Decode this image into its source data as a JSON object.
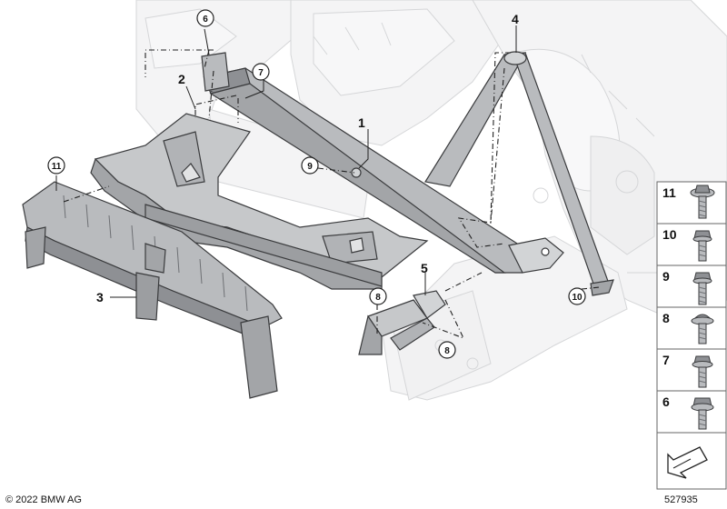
{
  "callouts": {
    "c1": "1",
    "c2": "2",
    "c3": "3",
    "c4": "4",
    "c5": "5",
    "c6": "6",
    "c7": "7",
    "c8a": "8",
    "c8b": "8",
    "c9": "9",
    "c10": "10",
    "c11": "11"
  },
  "legend": [
    "11",
    "10",
    "9",
    "8",
    "7",
    "6"
  ],
  "footer": {
    "copyright": "© 2022 BMW AG",
    "image_number": "527935"
  },
  "colors": {
    "part_fill": "#b9bbbe",
    "part_dark": "#8e9094",
    "part_light": "#d2d4d6",
    "ghost_fill": "#f4f4f5",
    "ghost_line": "#d5d6d8",
    "outline": "#3a3b3d"
  }
}
